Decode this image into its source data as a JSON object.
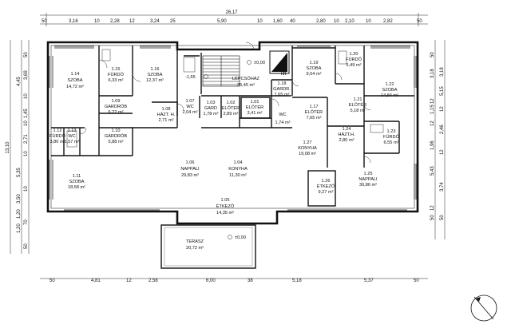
{
  "overall": {
    "width_label": "26,17",
    "height_label": "13,10"
  },
  "top_dims": [
    "50",
    "3,16",
    "10",
    "2,28",
    "12",
    "3,24",
    "25",
    "5,90",
    "10",
    "1,60",
    "40",
    "2,80",
    "10",
    "2,10",
    "10",
    "2,82",
    "50"
  ],
  "bottom_dims": [
    "50",
    "4,81",
    "12",
    "2,58",
    "6,00",
    "38",
    "5,18",
    "5,37",
    "50"
  ],
  "left_dims": [
    "50",
    "4,45",
    "3,69",
    "10",
    "1,45",
    "10",
    "2,71",
    "10",
    "5,35",
    "3,50",
    "10",
    "1,20",
    "70",
    "1,20",
    "50"
  ],
  "right_dims": [
    "50",
    "3,18",
    "3,18",
    "5,15",
    "12",
    "1,15",
    "12",
    "12",
    "2,46",
    "1,96",
    "12",
    "5,43",
    "3,74",
    "12",
    "50",
    "50"
  ],
  "rooms": [
    {
      "id": "1.14",
      "name": "SZOBA",
      "area": "14,72 m²"
    },
    {
      "id": "1.15",
      "name": "FÜRDŐ",
      "area": "6,33 m²"
    },
    {
      "id": "1.16",
      "name": "SZOBA",
      "area": "12,37 m²"
    },
    {
      "id": "1.09",
      "name": "GARDRÓB",
      "area": "6,22 m²"
    },
    {
      "id": "1.10",
      "name": "GARDRÓB",
      "area": "5,88 m²"
    },
    {
      "id": "1.12",
      "name": "FÜRDŐ",
      "area": "3,80 m²"
    },
    {
      "id": "1.13",
      "name": "WC",
      "area": "1,57 m²"
    },
    {
      "id": "1.11",
      "name": "SZOBA",
      "area": "18,58 m²"
    },
    {
      "id": "1.08",
      "name": "HÁZT. H.",
      "area": "2,71 m²"
    },
    {
      "id": "1.07",
      "name": "WC",
      "area": "2,04 m²"
    },
    {
      "id": "1.03",
      "name": "GARD",
      "area": "1,78 m²"
    },
    {
      "id": "1.02",
      "name": "ELŐTÉR",
      "area": "2,89 m²"
    },
    {
      "id": "1.06",
      "name": "NAPPALI",
      "area": "29,83 m²"
    },
    {
      "id": "1.04",
      "name": "KONYHA",
      "area": "11,30 m²"
    },
    {
      "id": "1.05",
      "name": "ÉTKEZŐ",
      "area": "14,35 m²"
    },
    {
      "id": "1.01",
      "name": "LÉPCSŐHÁZ",
      "area": "25,45 m²"
    },
    {
      "id": "1.18",
      "name": "GARDR.",
      "area": "1,65 m²"
    },
    {
      "id": "1.01",
      "name": "ELŐTÉR",
      "area": "3,41 m²"
    },
    {
      "id": "1.19",
      "name": "SZOBA",
      "area": "9,04 m²"
    },
    {
      "id": "1.20",
      "name": "FÜRDŐ",
      "area": "5,49 m²"
    },
    {
      "id": "1.22",
      "name": "SZOBA",
      "area": "14,84 m²"
    },
    {
      "id": "1.21",
      "name": "ELŐTÉR",
      "area": "5,18 m²"
    },
    {
      "id": "1.17",
      "name": "ELŐTÉR",
      "area": "7,65 m²"
    },
    {
      "id": "1.02",
      "name": "WC",
      "area": "1,74 m²"
    },
    {
      "id": "1.24",
      "name": "HÁZT.H.",
      "area": "2,80 m²"
    },
    {
      "id": "1.23",
      "name": "FÜRDŐ",
      "area": "6,55 m²"
    },
    {
      "id": "1.27",
      "name": "KONYHA",
      "area": "19,08 m²"
    },
    {
      "id": "1.26",
      "name": "ÉTKEZŐ",
      "area": "9,27 m²"
    },
    {
      "id": "1.25",
      "name": "NAPPALI",
      "area": "30,86 m²"
    }
  ],
  "terrace": {
    "name": "TERASZ",
    "area": "20,72 m²",
    "level": "±0,00"
  },
  "levels": {
    "stair_top": "±0,00",
    "stair_low": "-1,65"
  },
  "lift_label": "lift"
}
